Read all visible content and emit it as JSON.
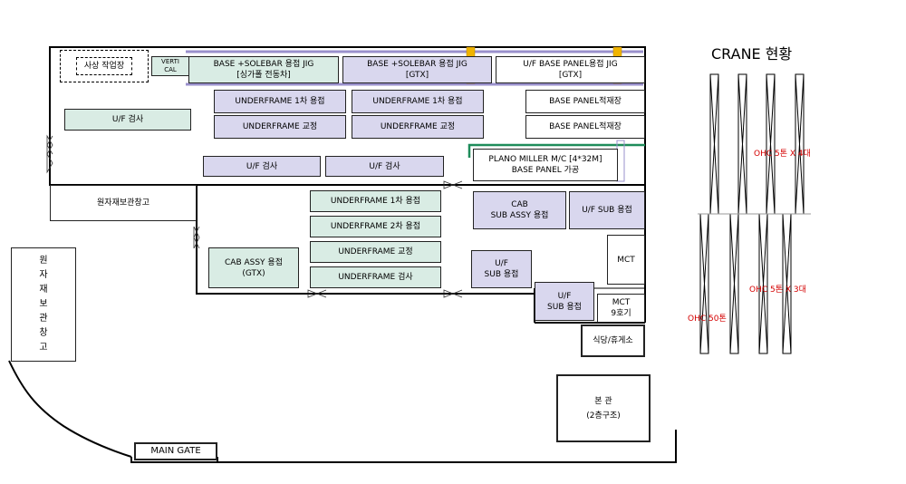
{
  "areas": {
    "paint": "사상 작업장",
    "verti": "VERTI\nCAL",
    "jig_left": "BASE +SOLEBAR 용접 JIG\n[싱가폴 전동차]",
    "jig_mid": "BASE +SOLEBAR 용접 JIG\n[GTX]",
    "jig_right": "U/F BASE  PANEL용접 JIG\n[GTX]",
    "uf_weld1_a": "UNDERFRAME 1차 용접",
    "uf_weld1_b": "UNDERFRAME 1차 용접",
    "uf_correct_a": "UNDERFRAME  교정",
    "uf_correct_b": "UNDERFRAME  교정",
    "panel_store_a": "BASE  PANEL적재장",
    "panel_store_b": "BASE  PANEL적재장",
    "uf_inspect_left": "U/F 검사",
    "uf_inspect_a": "U/F 검사",
    "uf_inspect_b": "U/F 검사",
    "plano": "PLANO MILLER M/C [4*32M]\nBASE PANEL 가공",
    "raw_store_top": "원자재보관창고",
    "raw_store_side": "원\n자\n재\n보\n관\n창\n고",
    "uf_weld1_c": "UNDERFRAME 1차 용접",
    "uf_weld2": "UNDERFRAME 2차 용접",
    "uf_correct_c": "UNDERFRAME 교정",
    "uf_inspect_c": "UNDERFRAME 검사",
    "cab_assy": "CAB ASSY 용접\n(GTX)",
    "cab_sub": "CAB\nSUB ASSY 용접",
    "uf_sub_a": "U/F SUB 용접",
    "uf_sub_b": "U/F\nSUB 용접",
    "uf_sub_c": "U/F\nSUB 용접",
    "mct": "MCT",
    "mct9": "MCT\n9호기",
    "cafeteria": "식당/휴게소",
    "main_bldg": "본  관\n(2층구조)",
    "main_gate": "MAIN  GATE"
  },
  "crane": {
    "title": "CRANE 현황",
    "label_top": "OHC 5톤 X 4대",
    "label_mid": "OHC 5톤 X 3대",
    "label_bottom": "OHC 50톤"
  },
  "colors": {
    "green": "#d9ece4",
    "purple": "#d9d7ee",
    "rail": "#9a90cc",
    "column": "#f0b400",
    "crane_label": "#d40000",
    "green_line": "#1e8c5a"
  }
}
